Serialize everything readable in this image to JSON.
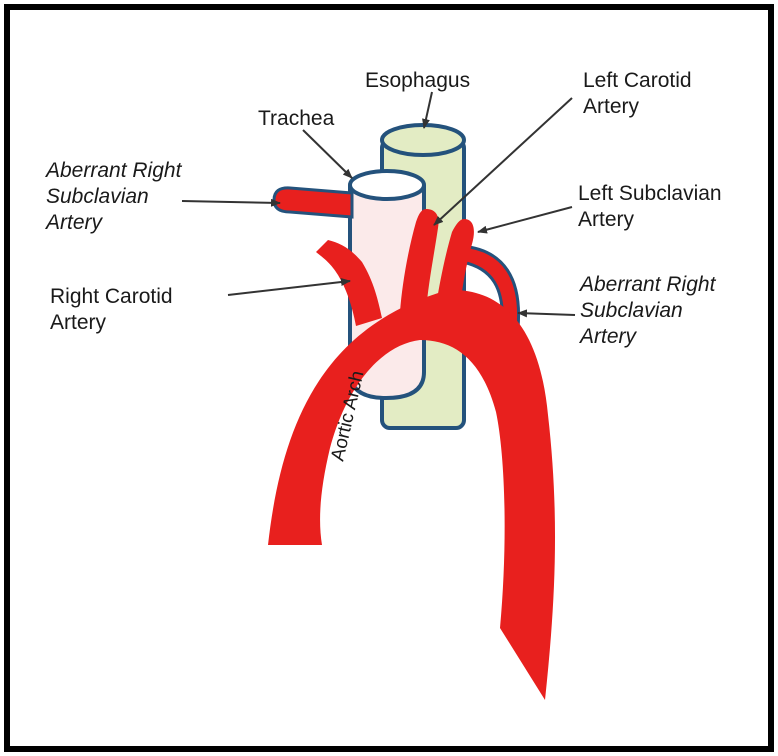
{
  "labels": {
    "esophagus": "Esophagus",
    "trachea": "Trachea",
    "left_carotid": "Left Carotid\nArtery",
    "left_subclavian": "Left Subclavian\nArtery",
    "aberrant_left": "Aberrant Right\nSubclavian\nArtery",
    "aberrant_right": "Aberrant Right\nSubclavian\nArtery",
    "right_carotid": "Right Carotid\nArtery",
    "aortic_arch": "Aortic Arch"
  },
  "colors": {
    "artery": "#e8201e",
    "esophagus_fill": "#e3ecc4",
    "trachea_fill": "#fbeaea",
    "vessel_outline": "#24527c",
    "frame": "#000000",
    "pointer": "#333333"
  }
}
